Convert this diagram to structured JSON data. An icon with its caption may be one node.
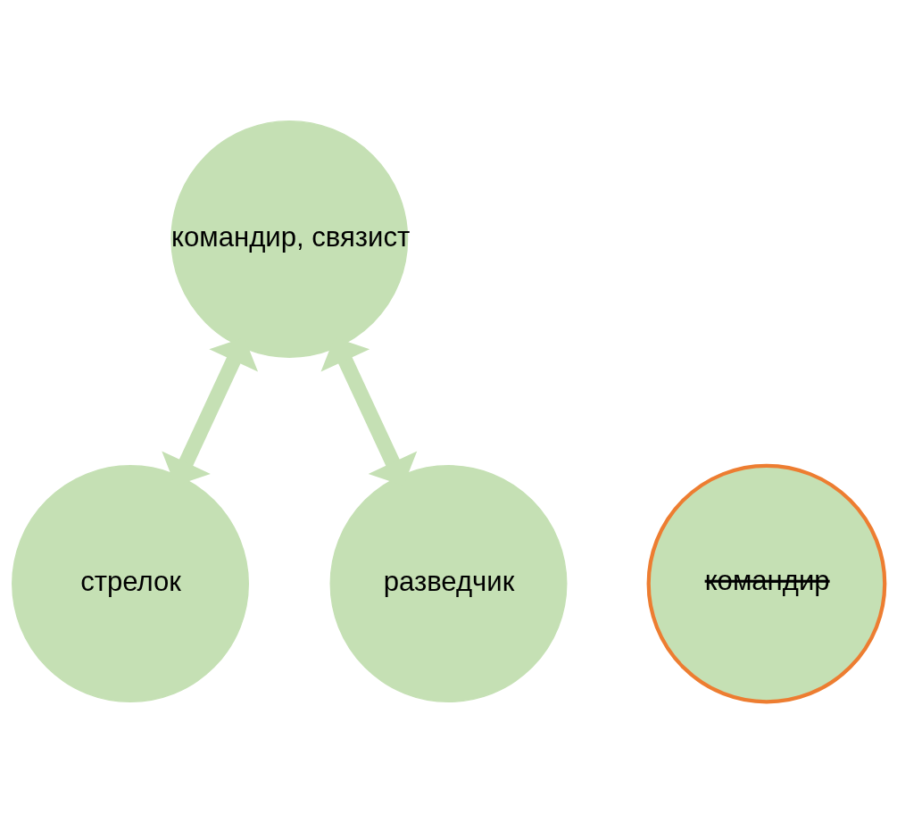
{
  "diagram": {
    "nodes": [
      {
        "text": [
          "командир, связист"
        ]
      },
      {
        "text": [
          "стрелок"
        ]
      },
      {
        "text": [
          "командир"
        ]
      },
      {
        "text": [
          "разведчик"
        ]
      }
    ],
    "edges": [
      {
        "from": 0,
        "to": 1,
        "arrow": "both"
      },
      {
        "from": 0,
        "to": 3,
        "arrow": "both"
      }
    ]
  }
}
